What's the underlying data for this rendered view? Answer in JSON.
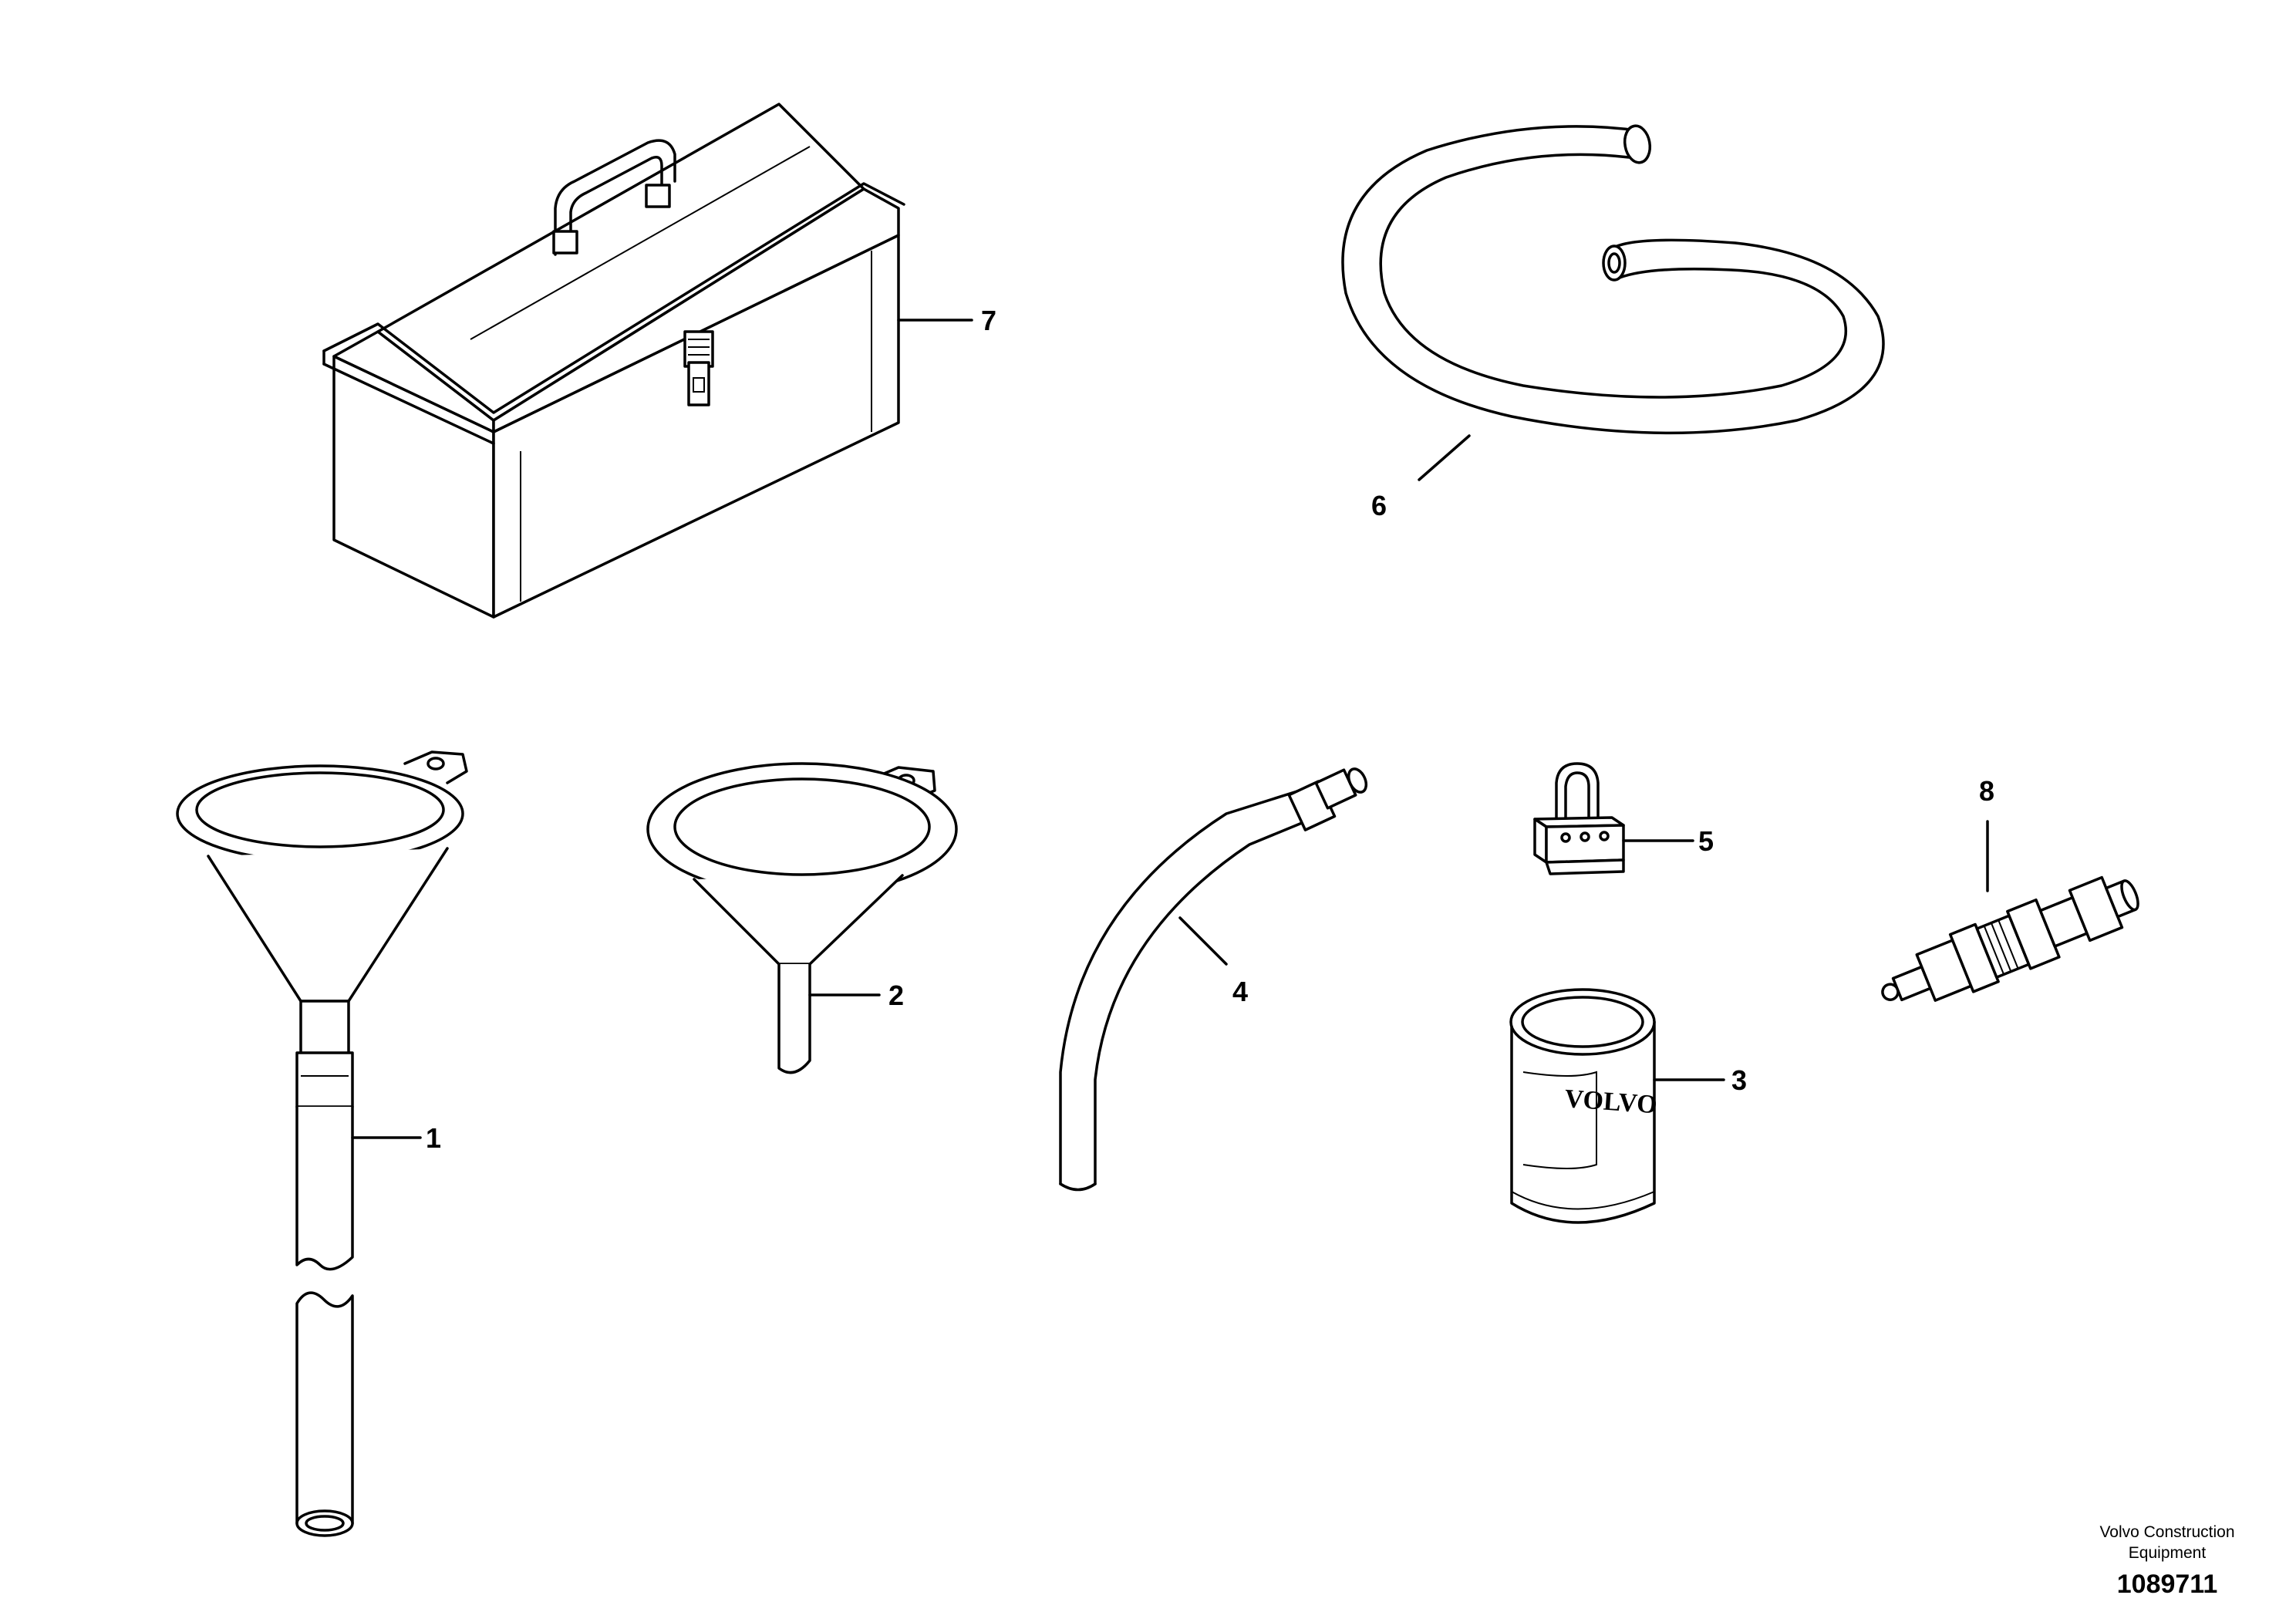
{
  "callouts": {
    "c1": "1",
    "c2": "2",
    "c3": "3",
    "c4": "4",
    "c5": "5",
    "c6": "6",
    "c7": "7",
    "c8": "8"
  },
  "can_brand": "VOLVO",
  "footer": {
    "company_line1": "Volvo Construction",
    "company_line2": "Equipment",
    "drawing_number": "1089711"
  },
  "colors": {
    "line": "#000000",
    "background": "#ffffff"
  }
}
